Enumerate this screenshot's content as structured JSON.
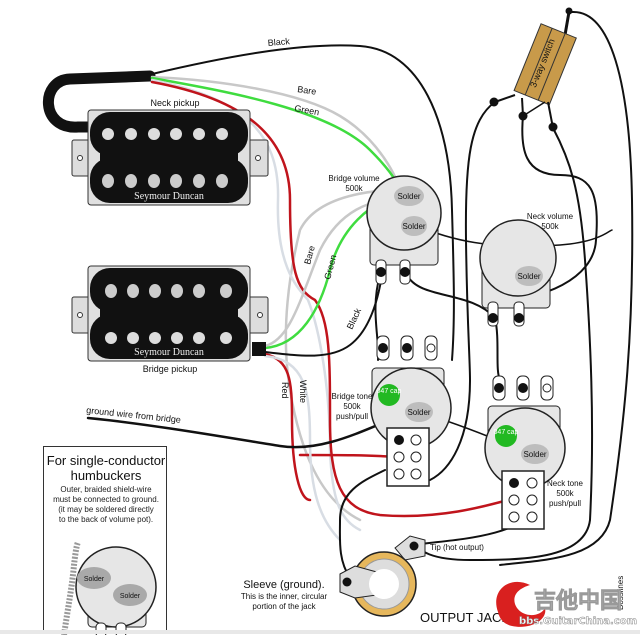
{
  "diagram": {
    "title": "Seymour Duncan 2 humbuckers, 3-way switch, 2 volumes, 2 push/pull tones wiring diagram",
    "pickups": [
      {
        "id": "neck",
        "label": "Neck pickup",
        "brand": "Seymour Duncan"
      },
      {
        "id": "bridge",
        "label": "Bridge pickup",
        "brand": "Seymour Duncan"
      }
    ],
    "wire_labels": {
      "black_top": "Black",
      "bare_top": "Bare",
      "green_top": "Green",
      "bare_mid": "Bare",
      "green_mid": "Green",
      "black_mid": "Black",
      "red": "Red",
      "white": "White",
      "ground": "ground wire from bridge"
    },
    "switch": {
      "label": "3-way switch"
    },
    "pots": [
      {
        "id": "bridge-volume",
        "name": "Bridge volume",
        "value": "500k",
        "solder": [
          "Solder",
          "Solder"
        ]
      },
      {
        "id": "neck-volume",
        "name": "Neck volume",
        "value": "500k",
        "solder": [
          "Solder"
        ]
      },
      {
        "id": "bridge-tone",
        "name": "Bridge tone",
        "value": "500k",
        "type": "push/pull",
        "cap": "047 cap",
        "solder": [
          "Solder"
        ]
      },
      {
        "id": "neck-tone",
        "name": "Neck tone",
        "value": "500k",
        "type": "push/pull",
        "cap": "047 cap",
        "solder": [
          "Solder"
        ]
      }
    ],
    "jack": {
      "title": "OUTPUT JACK",
      "tip": "Tip (hot output)",
      "sleeve": "Sleeve (ground).",
      "sleeve_note_1": "This is the inner, circular",
      "sleeve_note_2": "portion of the jack"
    },
    "note": {
      "title_1": "For single-conductor",
      "title_2": "humbuckers",
      "body_1": "Outer, braided shield-wire",
      "body_2": "must be connected to ground.",
      "body_3": "(it may be soldered directly",
      "body_4": "to the back of volume pot).",
      "solder_1": "Solder",
      "solder_2": "Solder"
    },
    "credits": {
      "vertical": "Bosslines",
      "watermark_cn": "吉他中国",
      "watermark_url": "bbs.GuitarChina.com"
    },
    "colors": {
      "black_wire": "#111111",
      "red_wire": "#c0141c",
      "green_wire": "#3fdc3f",
      "bare_wire": "#c8c8c8",
      "white_wire": "#d8dde4",
      "pot_body": "#e6e6e6",
      "solder": "#bdbdbd",
      "cap": "#22b922",
      "switch": "#c89a4a",
      "jack_ring": "#e6b75c",
      "watermark_red": "#d9201f"
    }
  }
}
